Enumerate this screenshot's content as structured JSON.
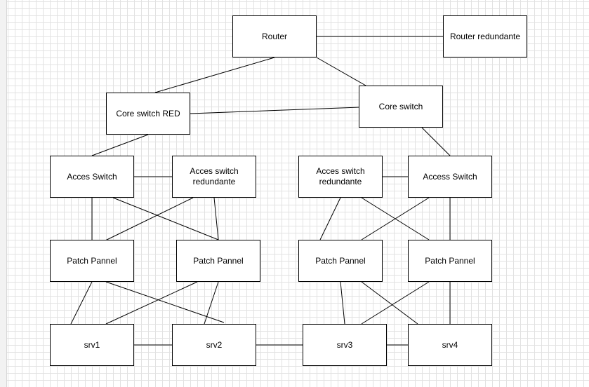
{
  "diagram": {
    "nodes": [
      {
        "id": "router",
        "label": "Router"
      },
      {
        "id": "router_red",
        "label": "Router redundante"
      },
      {
        "id": "core_red",
        "label": "Core switch RED"
      },
      {
        "id": "core",
        "label": "Core switch"
      },
      {
        "id": "acc1",
        "label": "Acces Switch"
      },
      {
        "id": "acc1r",
        "label": "Acces switch\nredundante"
      },
      {
        "id": "acc2r",
        "label": "Acces switch\nredundante"
      },
      {
        "id": "acc2",
        "label": "Access Switch"
      },
      {
        "id": "pp1",
        "label": "Patch Pannel"
      },
      {
        "id": "pp2",
        "label": "Patch Pannel"
      },
      {
        "id": "pp3",
        "label": "Patch Pannel"
      },
      {
        "id": "pp4",
        "label": "Patch Pannel"
      },
      {
        "id": "srv1",
        "label": "srv1"
      },
      {
        "id": "srv2",
        "label": "srv2"
      },
      {
        "id": "srv3",
        "label": "srv3"
      },
      {
        "id": "srv4",
        "label": "srv4"
      }
    ],
    "edges": [
      [
        "router",
        "router_red"
      ],
      [
        "router",
        "core_red"
      ],
      [
        "router",
        "core"
      ],
      [
        "core_red",
        "core"
      ],
      [
        "core_red",
        "acc1"
      ],
      [
        "core",
        "acc2"
      ],
      [
        "acc1",
        "acc1r"
      ],
      [
        "acc2r",
        "acc2"
      ],
      [
        "acc1",
        "pp1"
      ],
      [
        "acc1",
        "pp2"
      ],
      [
        "acc1r",
        "pp1"
      ],
      [
        "acc1r",
        "pp2"
      ],
      [
        "acc2r",
        "pp3"
      ],
      [
        "acc2r",
        "pp4"
      ],
      [
        "acc2",
        "pp3"
      ],
      [
        "acc2",
        "pp4"
      ],
      [
        "pp1",
        "srv1"
      ],
      [
        "pp1",
        "srv2"
      ],
      [
        "pp2",
        "srv1"
      ],
      [
        "pp2",
        "srv2"
      ],
      [
        "pp3",
        "srv3"
      ],
      [
        "pp3",
        "srv4"
      ],
      [
        "pp4",
        "srv3"
      ],
      [
        "pp4",
        "srv4"
      ],
      [
        "srv1",
        "srv2"
      ],
      [
        "srv2",
        "srv3"
      ],
      [
        "srv3",
        "srv4"
      ]
    ]
  }
}
